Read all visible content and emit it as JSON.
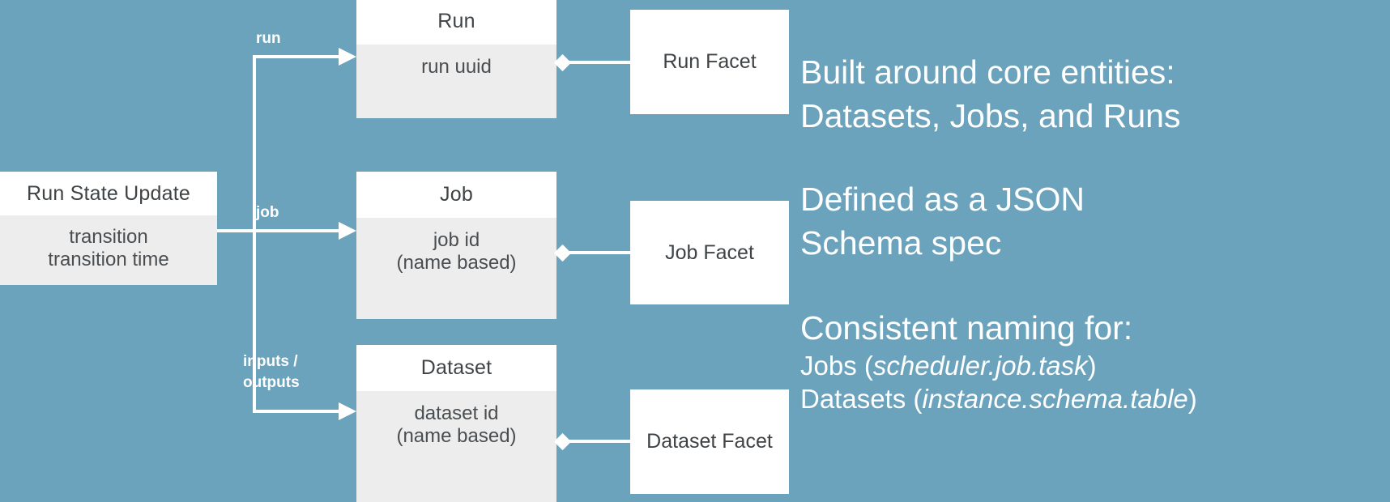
{
  "theme": {
    "background": "#6ba2bc",
    "box_header_bg": "#ffffff",
    "box_body_bg": "#ededed",
    "box_text": "#3f4346",
    "connector": "#ffffff",
    "label_text": "#ffffff"
  },
  "diagram": {
    "source_entity": {
      "title": "Run State Update",
      "attributes": [
        "transition",
        "transition time"
      ]
    },
    "entities": [
      {
        "key": "run",
        "title": "Run",
        "attributes": [
          "run uuid"
        ],
        "facet": "Run Facet",
        "edge_label": "run"
      },
      {
        "key": "job",
        "title": "Job",
        "attributes": [
          "job id",
          "(name based)"
        ],
        "facet": "Job Facet",
        "edge_label": "job"
      },
      {
        "key": "dataset",
        "title": "Dataset",
        "attributes": [
          "dataset id",
          "(name based)"
        ],
        "facet": "Dataset\nFacet",
        "edge_label": "inputs /\noutputs"
      }
    ]
  },
  "notes": {
    "block1": "Built around core entities:\nDatasets, Jobs, and Runs",
    "block2": "Defined as a JSON\nSchema spec",
    "block3_heading": "Consistent naming for:",
    "block3_line1_prefix": "Jobs (",
    "block3_line1_italic": "scheduler.job.task",
    "block3_line1_suffix": ")",
    "block3_line2_prefix": "Datasets (",
    "block3_line2_italic": "instance.schema.table",
    "block3_line2_suffix": ")"
  }
}
